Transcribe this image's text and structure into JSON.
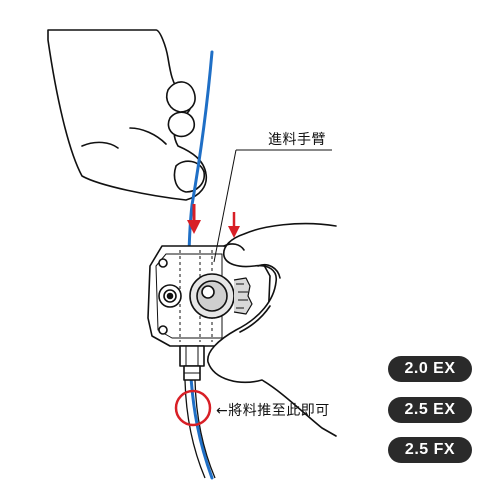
{
  "annotations": {
    "feed_arm_label": "進料手臂",
    "push_instruction": "←將料推至此即可"
  },
  "model_badges": [
    "2.0 EX",
    "2.5 EX",
    "2.5 FX"
  ],
  "colors": {
    "filament": "#1f6fc6",
    "arrow": "#d81f26",
    "highlight_circle": "#d81f26",
    "badge_bg": "#2a2a2a",
    "badge_text": "#ffffff",
    "line_art": "#111111"
  }
}
